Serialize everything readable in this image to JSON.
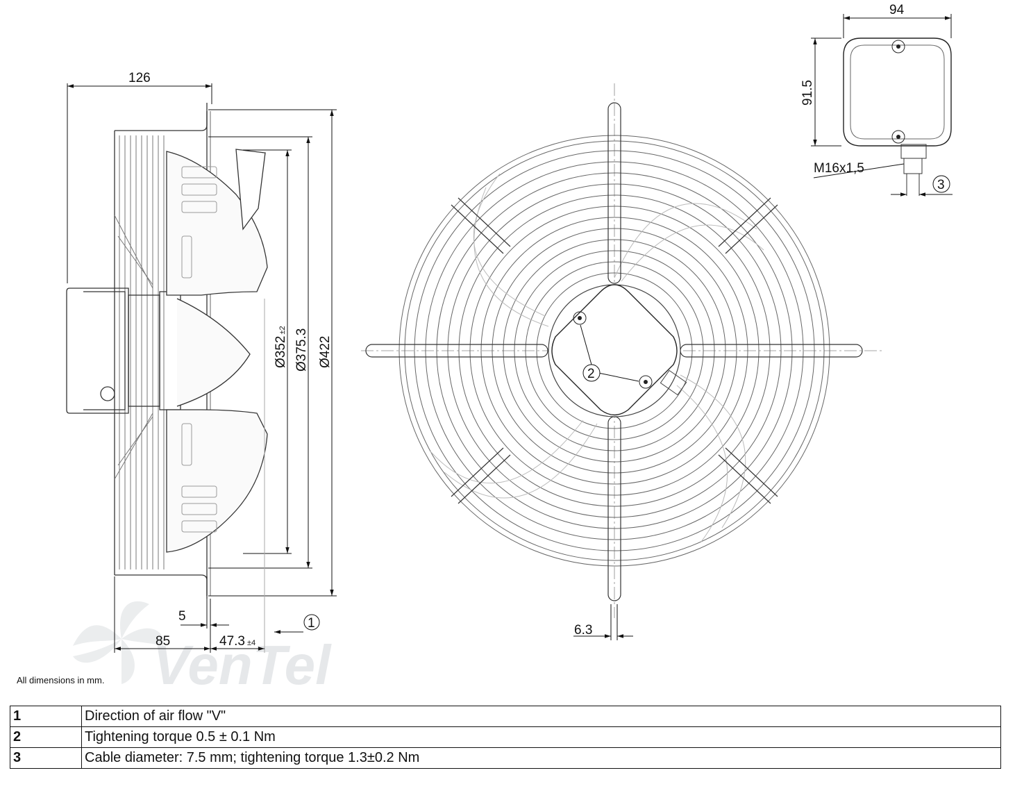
{
  "dimensions": {
    "side_depth": "126",
    "d1": "Ø352",
    "d1_tol": "±2",
    "d2": "Ø375.3",
    "d3": "Ø422",
    "offset_5": "5",
    "offset_85": "85",
    "offset_47": "47.3",
    "offset_47_tol": "±4",
    "box_width": "94",
    "box_height": "91.5",
    "thread": "M16x1,5",
    "guard_wire": "6.3"
  },
  "callouts": {
    "c1": "1",
    "c2": "2",
    "c3": "3"
  },
  "watermark": "VenTel",
  "note": "All dimensions in mm.",
  "legend": [
    {
      "num": "1",
      "text": "Direction of air flow \"V\""
    },
    {
      "num": "2",
      "text": "Tightening torque 0.5 ± 0.1 Nm"
    },
    {
      "num": "3",
      "text": "Cable diameter: 7.5 mm; tightening torque 1.3±0.2 Nm"
    }
  ]
}
